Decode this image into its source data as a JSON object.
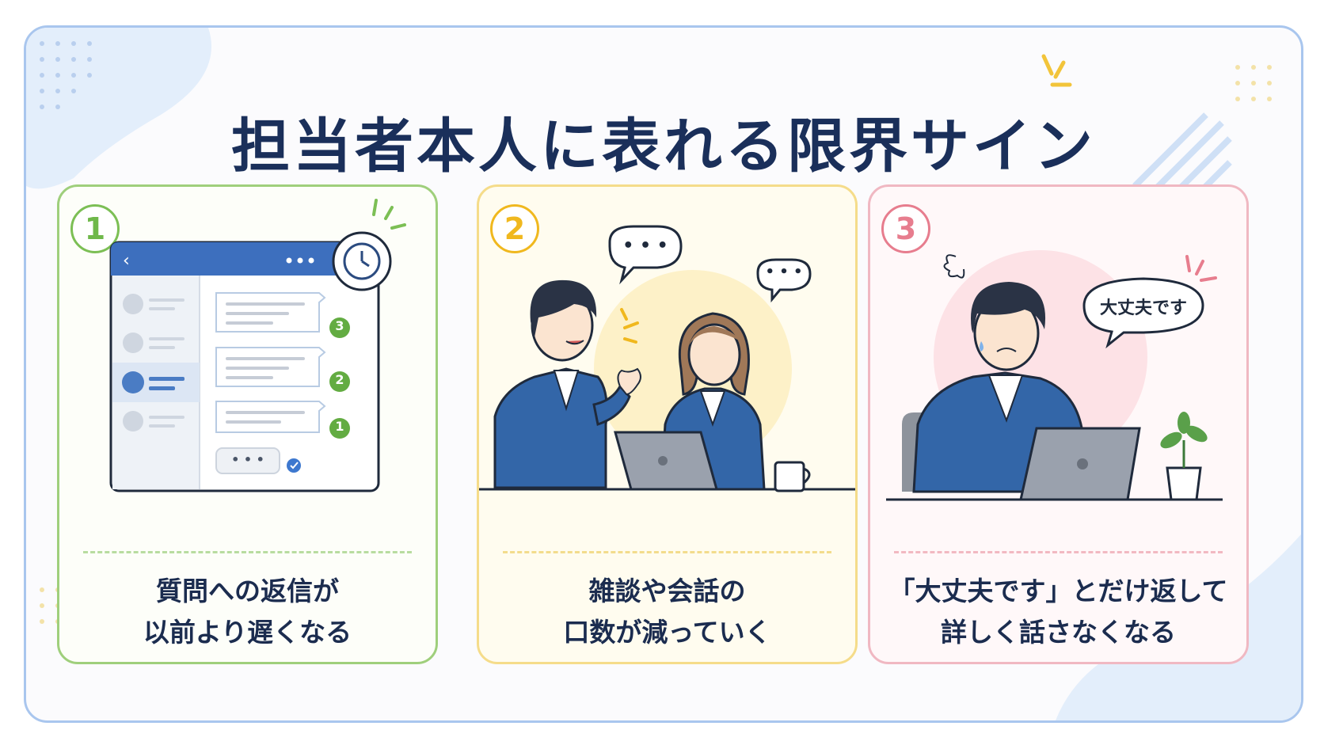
{
  "title": "担当者本人に表れる限界サイン",
  "cards": [
    {
      "number": "1",
      "caption_line1": "質問への返信が",
      "caption_line2": "以前より遅くなる",
      "accent": "#6fb84a",
      "icons": [
        "chat-app-window-icon",
        "clock-icon"
      ],
      "badges": [
        "3",
        "2",
        "1"
      ],
      "typing_indicator": "• • •"
    },
    {
      "number": "2",
      "caption_line1": "雑談や会話の",
      "caption_line2": "口数が減っていく",
      "accent": "#f0b81e",
      "bubble1": "• • •",
      "bubble2": "• • •"
    },
    {
      "number": "3",
      "caption_line1": "「大丈夫です」とだけ返して",
      "caption_line2": "詳しく話さなくなる",
      "accent": "#e77d8e",
      "speech": "大丈夫です"
    }
  ]
}
